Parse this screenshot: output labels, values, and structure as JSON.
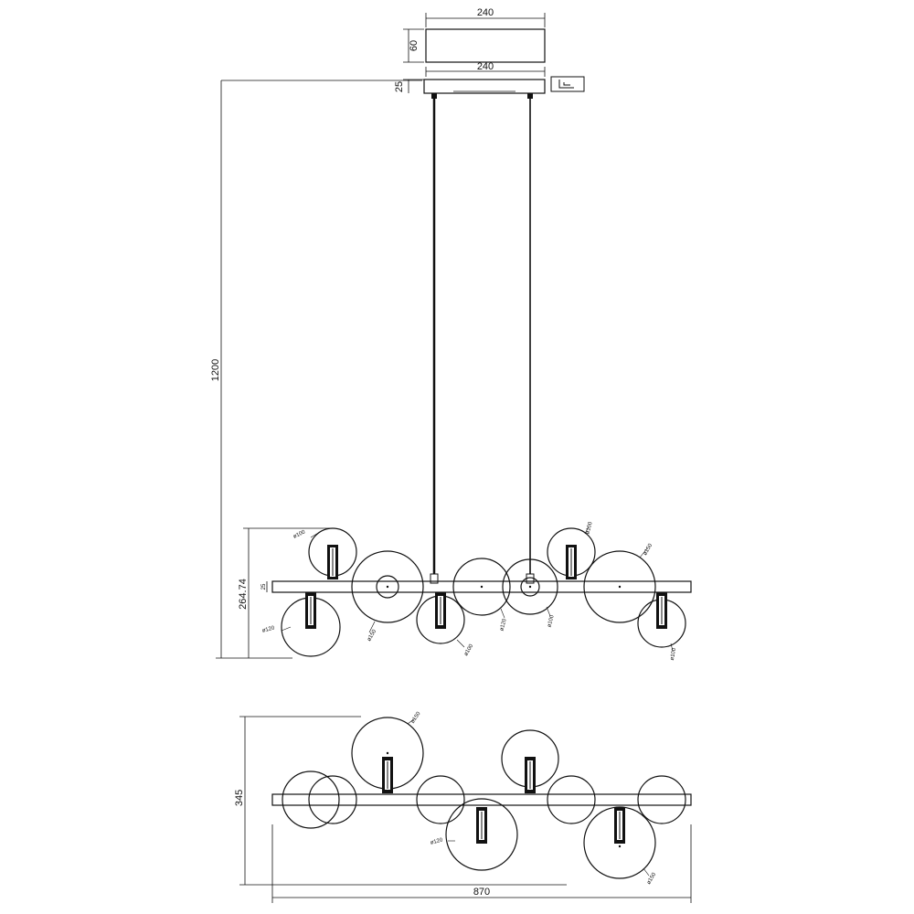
{
  "canopy": {
    "width_top": "240",
    "height": "60",
    "width_plate": "240",
    "plate_height": "25"
  },
  "front_view": {
    "overall_height": "1200",
    "fixture_height": "264.74",
    "bar_height": "25",
    "globe_labels": [
      "ø100",
      "ø120",
      "ø150",
      "ø100",
      "ø120",
      "ø100",
      "ø100",
      "ø150",
      "ø100"
    ]
  },
  "plan_view": {
    "depth": "345",
    "width": "870",
    "globe_labels": [
      "ø150",
      "ø120",
      "ø150"
    ]
  },
  "colors": {
    "line": "#111111",
    "background": "#ffffff"
  }
}
